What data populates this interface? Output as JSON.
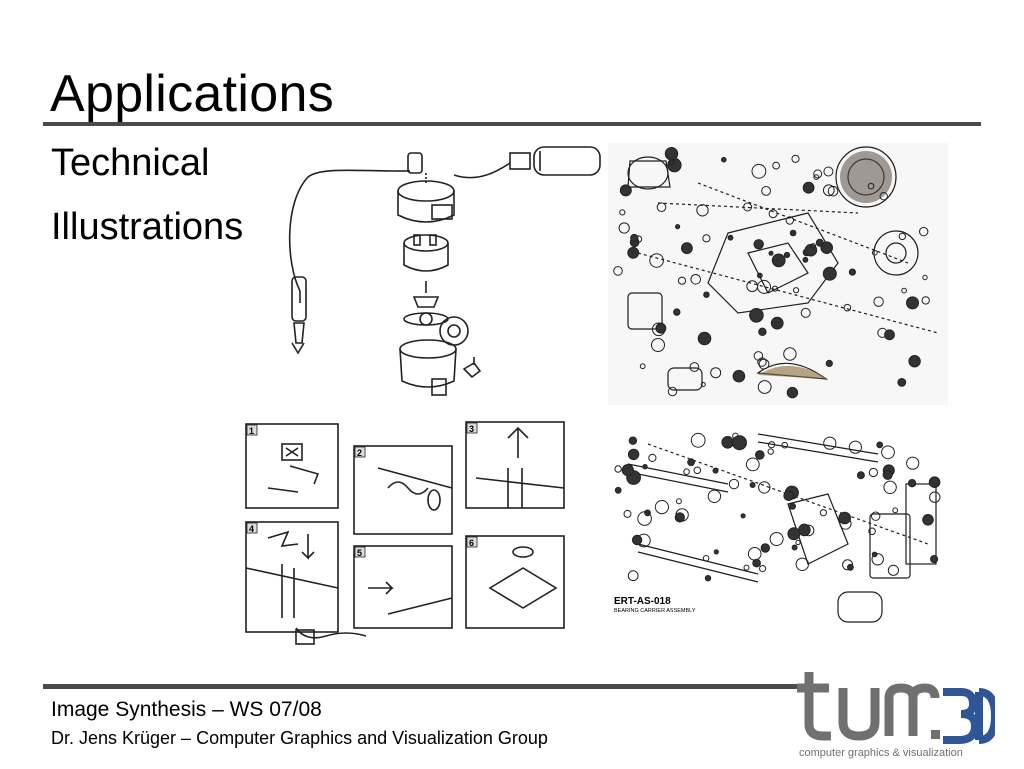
{
  "slide": {
    "title": "Applications",
    "subtitle_line1": "Technical",
    "subtitle_line2": "Illustrations"
  },
  "figures": {
    "exploded_engine_caption": "ERT-AS-018",
    "exploded_engine_subcaption": "BEARING CARRIER ASSEMBLY",
    "steps": [
      "1",
      "2",
      "3",
      "4",
      "5",
      "6"
    ]
  },
  "footer": {
    "line1": "Image Synthesis – WS 07/08",
    "line2": "Dr. Jens Krüger – Computer Graphics and Visualization Group"
  },
  "logo": {
    "text": "tum.3D",
    "tagline": "computer graphics & visualization"
  },
  "colors": {
    "rule": "#4a4a4a",
    "logo_gray": "#707070",
    "logo_blue": "#2f5597"
  }
}
